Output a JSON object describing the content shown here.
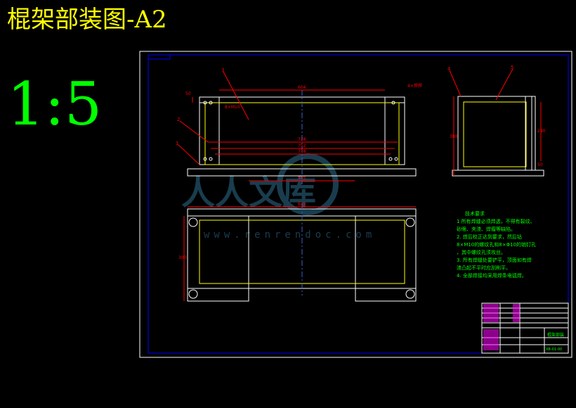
{
  "header": {
    "title": "棍架部装图-A2",
    "scale": "1:5"
  },
  "colors": {
    "background": "#000000",
    "title": "#ffff00",
    "scale": "#00ff00",
    "frame": "#ffffff",
    "inner_frame": "#0000ff",
    "dimension": "#ff0000",
    "centerline": "#3a5fcd",
    "hidden": "#ffff00",
    "notes": "#00ff00",
    "title_block": "#ff00ff"
  },
  "drawing": {
    "front_dims": {
      "top_length": "604",
      "d1": "728",
      "d2": "752",
      "d3": "718",
      "bottom_span": "445",
      "left_height": "50",
      "hole_callout": "8×M10"
    },
    "plan_dims": {
      "top_length": "642",
      "left_height": "300"
    },
    "side_dims": {
      "left_height": "380",
      "right_height": "290",
      "foot": "50"
    },
    "balloons": [
      "1",
      "2",
      "3",
      "4",
      "5"
    ],
    "weld_callout": "4×焊焊",
    "watermark_text": "人人文库",
    "watermark_url": "www.renrendoc.com"
  },
  "notes": {
    "heading": "技术要求",
    "lines": [
      "1  所有焊缝必须焊透，不得有裂纹、",
      "砂眼、夹渣、焊瘤等缺陷。",
      "2. 焊后校正达到要求，然后钻",
      "8×M10的螺纹孔和8×Φ10的销钉孔",
      "，其中螺纹孔须攻丝。",
      "3. 所有焊缝处要铲平，顶面如有焊",
      "渣凸起不平时应刮削平。",
      "4. 全部焊接均采用焊条电弧焊。"
    ]
  },
  "title_block": {
    "name": "棍架部装",
    "code": "XB-01-00"
  }
}
